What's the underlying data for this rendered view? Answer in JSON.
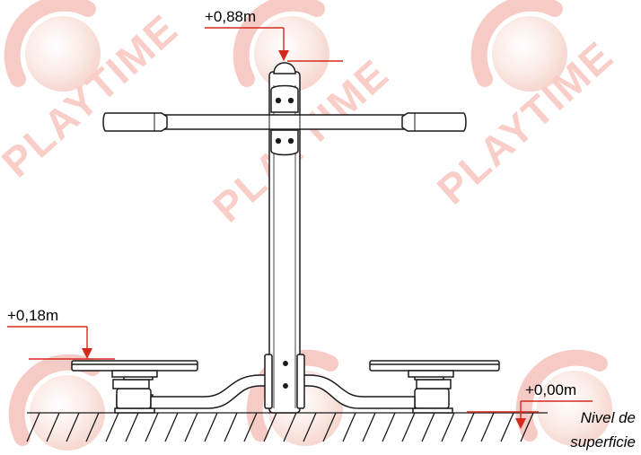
{
  "watermark": {
    "text": "PLAYTIME",
    "color": "#e8242b"
  },
  "dimensions": {
    "top": "+0,88m",
    "step": "+0,18m",
    "ground": "+0,00m"
  },
  "ground_note": {
    "line1": "Nivel de",
    "line2": "superficie"
  },
  "colors": {
    "dimension_line": "#d42a1e",
    "drawing_line": "#1a1a1a"
  }
}
